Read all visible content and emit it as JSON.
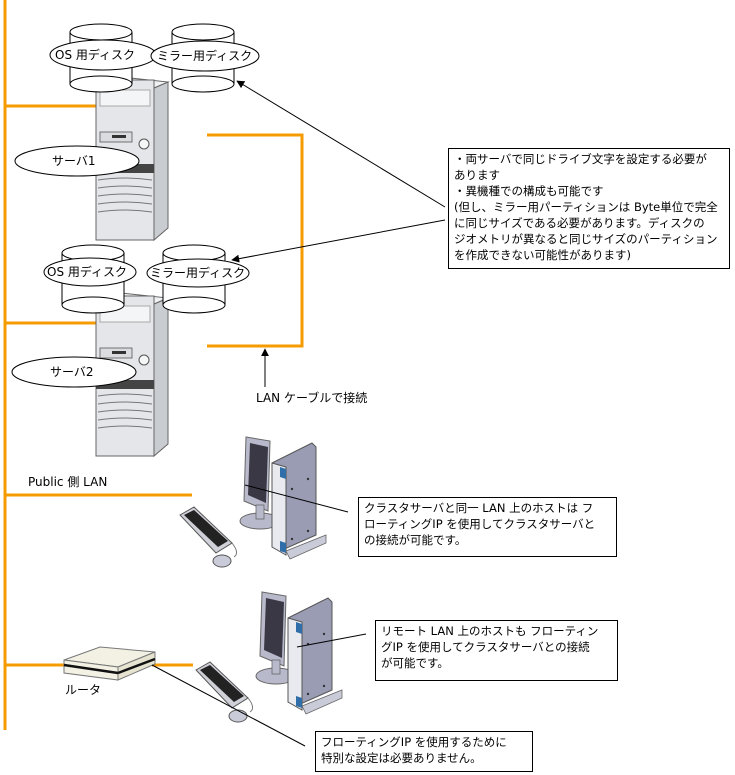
{
  "colors": {
    "lan_line": "#F59B00",
    "outline": "#000000",
    "server_body": "#E4E6E9",
    "server_side": "#C9CCD0",
    "monitor_screen": "#3B3845",
    "pc_body": "#9A9CB4",
    "router_body": "#F3F1E4"
  },
  "servers": [
    {
      "label": "サーバ1",
      "disks": [
        {
          "label": "OS 用ディスク",
          "role": "os"
        },
        {
          "label": "ミラー用ディスク",
          "role": "mirror"
        }
      ]
    },
    {
      "label": "サーバ2",
      "disks": [
        {
          "label": "OS 用ディスク",
          "role": "os"
        },
        {
          "label": "ミラー用ディスク",
          "role": "mirror"
        }
      ]
    }
  ],
  "labels": {
    "lan_cable": "LAN ケーブルで接続",
    "public_lan": "Public 側 LAN",
    "router": "ルータ"
  },
  "notes": {
    "mirror_disk": [
      "・両サーバで同じドライブ文字を設定する必要が",
      "あります",
      "・異機種での構成も可能です",
      "(但し、ミラー用パーティションは Byte単位で完全",
      "に同じサイズである必要があります。ディスクの",
      "ジオメトリが異なると同じサイズのパーティション",
      "を作成できない可能性があります)"
    ],
    "same_lan_host": [
      "クラスタサーバと同一 LAN 上のホストは フ",
      "ローティングIP を使用してクラスタサーバと",
      "の接続が可能です。"
    ],
    "remote_lan_host": [
      "リモート LAN 上のホストも フローティン",
      "グIP を使用してクラスタサーバとの接続",
      "が可能です。"
    ],
    "router": [
      "フローティングIP を使用するために",
      "特別な設定は必要ありません。"
    ]
  }
}
